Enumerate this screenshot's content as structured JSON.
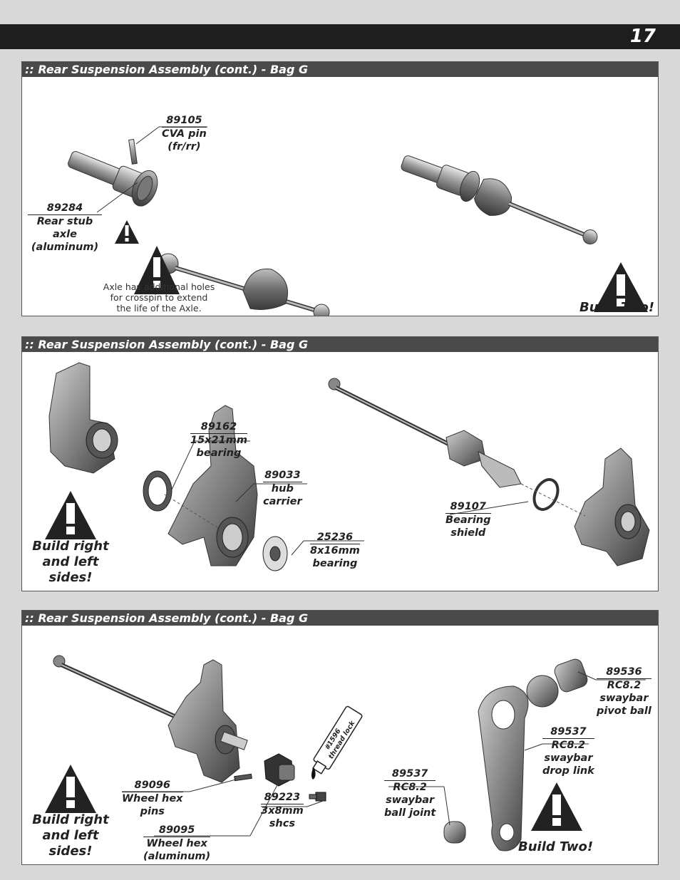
{
  "page": {
    "number": "17"
  },
  "panels": [
    {
      "header": ":: Rear Suspension Assembly (cont.) - Bag G",
      "parts": [
        {
          "number": "89105",
          "lines": [
            "CVA pin",
            "(fr/rr)"
          ]
        },
        {
          "number": "89284",
          "lines": [
            "Rear stub",
            "axle",
            "(aluminum)"
          ]
        }
      ],
      "note": [
        "Axle has additional holes",
        "for crosspin to extend",
        "the life of the Axle."
      ],
      "build_text": "Build Two!"
    },
    {
      "header": ":: Rear Suspension Assembly (cont.) - Bag G",
      "parts": [
        {
          "number": "89162",
          "lines": [
            "15x21mm",
            "bearing"
          ]
        },
        {
          "number": "89033",
          "lines": [
            "hub",
            "carrier"
          ]
        },
        {
          "number": "25236",
          "lines": [
            "8x16mm",
            "bearing"
          ]
        },
        {
          "number": "89107",
          "lines": [
            "Bearing",
            "shield"
          ]
        }
      ],
      "build_text": [
        "Build right",
        "and left",
        "sides!"
      ]
    },
    {
      "header": ":: Rear Suspension Assembly (cont.) - Bag G",
      "parts": [
        {
          "number": "89096",
          "lines": [
            "Wheel hex",
            "pins"
          ]
        },
        {
          "number": "89095",
          "lines": [
            "Wheel hex",
            "(aluminum)"
          ]
        },
        {
          "number": "89223",
          "lines": [
            "3x8mm",
            "shcs"
          ]
        },
        {
          "number": "89537",
          "lines": [
            "RC8.2",
            "swaybar",
            "ball joint"
          ]
        },
        {
          "number": "89537",
          "lines": [
            "RC8.2",
            "swaybar",
            "drop link"
          ]
        },
        {
          "number": "89536",
          "lines": [
            "RC8.2",
            "swaybar",
            "pivot ball"
          ]
        }
      ],
      "tube_text": [
        "#1596",
        "thread lock"
      ],
      "build_text_left": [
        "Build right",
        "and left",
        "sides!"
      ],
      "build_text_right": "Build Two!"
    }
  ]
}
